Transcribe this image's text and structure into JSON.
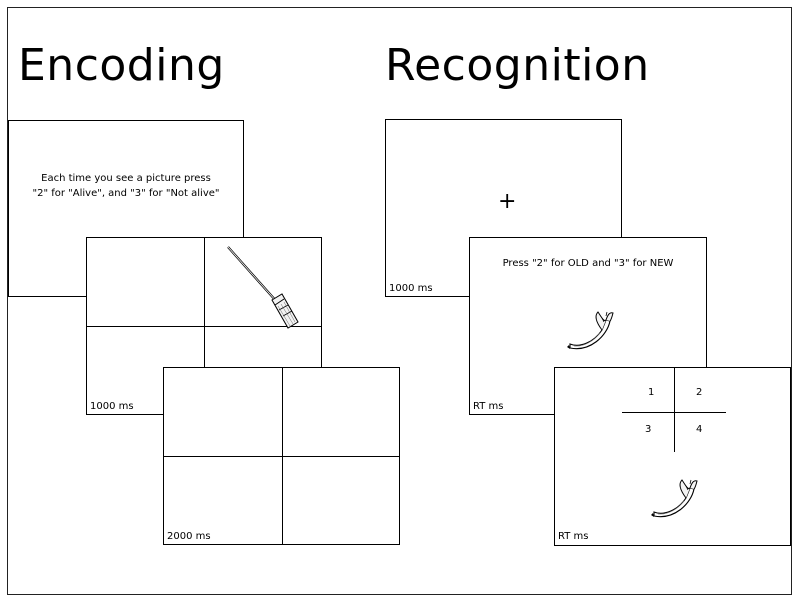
{
  "encoding": {
    "title": "Encoding",
    "instruction_line1": "Each time you see a picture press",
    "instruction_line2": "\"2\" for \"Alive\", and \"3\" for \"Not alive\"",
    "image_screen_timing": "1000 ms",
    "blank_screen_timing": "2000 ms",
    "image_icon": "broom-icon"
  },
  "recognition": {
    "title": "Recognition",
    "fixation_symbol": "+",
    "fixation_timing": "1000 ms",
    "old_new_prompt": "Press \"2\" for OLD and \"3\" for NEW",
    "old_new_timing": "RT ms",
    "confidence_labels": [
      "1",
      "2",
      "3",
      "4"
    ],
    "confidence_timing": "RT ms",
    "image_icon": "banana-icon"
  }
}
